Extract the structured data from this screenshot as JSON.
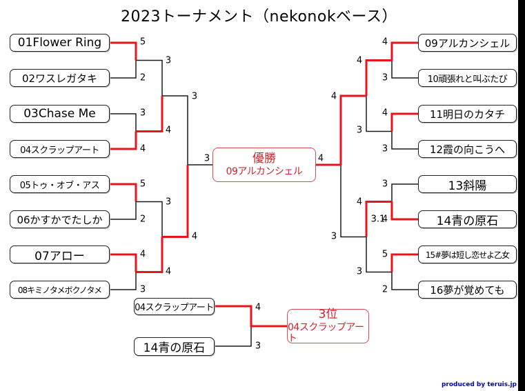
{
  "title": "2023トーナメント（nekonokベース）",
  "teams": {
    "t01": "01Flower Ring",
    "t02": "02ワスレガタキ",
    "t03": "03Chase Me",
    "t04": "04スクラップアート",
    "t05": "05トゥ・オブ・アス",
    "t06": "06かすかでたしか",
    "t07": "07アロー",
    "t08": "08キミノタメボクノタメ",
    "t09": "09アルカンシェル",
    "t10": "10頑張れと叫ぶたび",
    "t11": "11明日のカタチ",
    "t12": "12霞の向こうへ",
    "t13": "13斜陽",
    "t14": "14青の原石",
    "t15": "15#夢は短し恋せよ乙女",
    "t16": "16夢が覚めても"
  },
  "third_place_match": {
    "team_a": "04スクラップアート",
    "team_b": "14青の原石",
    "score_a": "4",
    "score_b": "3"
  },
  "champion": {
    "label": "優勝",
    "team": "09アルカンシェル"
  },
  "third_place": {
    "label": "3位",
    "team": "04スクラップアート"
  },
  "scores": {
    "r1_01": "5",
    "r1_02": "2",
    "r1_03": "3",
    "r1_04": "4",
    "r1_05": "5",
    "r1_06": "2",
    "r1_07": "4",
    "r1_08": "3",
    "r1_09": "4",
    "r1_10": "3",
    "r1_11": "4",
    "r1_12": "3",
    "r1_13": "3",
    "r1_14": "4",
    "r1_15": "5",
    "r1_16": "2",
    "qf_a_top": "3",
    "qf_a_bot": "4",
    "qf_b_top": "3",
    "qf_b_bot": "4",
    "qf_c_top": "4",
    "qf_c_bot": "3",
    "qf_d_top": "4",
    "qf_d_mid": "3.1",
    "qf_d_bot": "3",
    "sf_left_top": "3",
    "sf_left_bot": "4",
    "sf_right_top": "4",
    "sf_right_bot": "3",
    "final_left": "3",
    "final_right": "4"
  },
  "credit": "produced by teruis.jp",
  "colors": {
    "win_line": "#e8141c",
    "lose_line": "#1a1a1a",
    "result_text": "#d2232a"
  }
}
